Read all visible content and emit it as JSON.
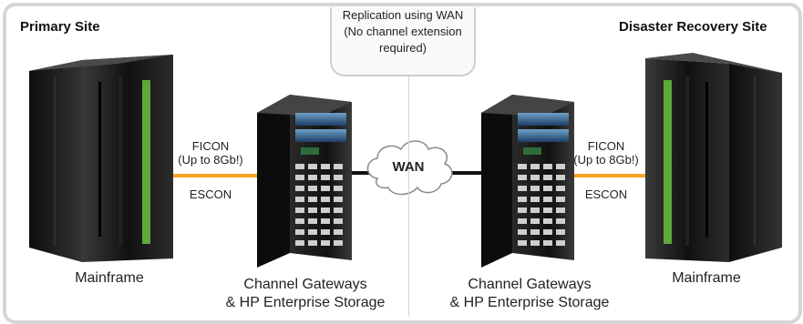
{
  "sites": {
    "primary": "Primary Site",
    "recovery": "Disaster Recovery Site"
  },
  "callout": {
    "lines": [
      "Replication using WAN",
      "(No channel extension",
      "required)"
    ]
  },
  "links": {
    "left": {
      "ficon": "FICON",
      "ficon_note": "(Up to 8Gb!)",
      "escon": "ESCON"
    },
    "right": {
      "ficon": "FICON",
      "ficon_note": "(Up to 8Gb!)",
      "escon": "ESCON"
    }
  },
  "wan_label": "WAN",
  "captions": {
    "mainframe_left": "Mainframe",
    "gateway_left": [
      "Channel Gateways",
      "& HP Enterprise Storage"
    ],
    "gateway_right": [
      "Channel Gateways",
      "& HP Enterprise Storage"
    ],
    "mainframe_right": "Mainframe"
  },
  "colors": {
    "ficon_link": "#f5a623",
    "escon_link": "#f5a623",
    "wan_link": "#111111",
    "mainframe_body": "#1a1a1a",
    "green_led": "#5fa83a"
  },
  "icons": [
    "mainframe-icon",
    "server-rack-icon",
    "cloud-icon"
  ]
}
